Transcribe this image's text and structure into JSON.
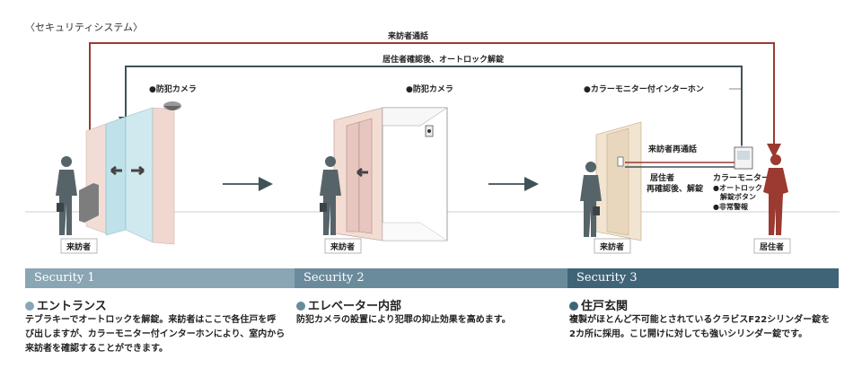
{
  "title": "〈セキュリティシステム〉",
  "diagram": {
    "line_visitor_call": "来訪者通話",
    "line_unlock": "居住者確認後、オートロック解錠",
    "camera1": "●防犯カメラ",
    "camera2": "●防犯カメラ",
    "intercom": "●カラーモニター付インターホン",
    "recall": "来訪者再通話",
    "reconfirm_1": "居住者",
    "reconfirm_2": "再確認後、解錠",
    "monitor_title": "カラーモニター",
    "monitor_item1": "●オートロック",
    "monitor_item1b": "解錠ボタン",
    "monitor_item2": "●非常警報",
    "visitor1": "来訪者",
    "visitor2": "来訪者",
    "visitor3": "来訪者",
    "resident": "居住者"
  },
  "sections": [
    {
      "bar": "Security 1",
      "heading": "エントランス",
      "body": [
        "テブラキーでオートロックを解錠。来訪者はここで各住戸を呼",
        "び出しますが、カラーモニター付インターホンにより、室内から",
        "来訪者を確認することができます。"
      ]
    },
    {
      "bar": "Security 2",
      "heading": "エレベーター内部",
      "body": [
        "防犯カメラの設置により犯罪の抑止効果を高めます。"
      ]
    },
    {
      "bar": "Security 3",
      "heading": "住戸玄関",
      "body": [
        "複製がほとんど不可能とされているクラビスF22シリンダー錠を",
        "2カ所に採用。こじ開けに対しても強いシリンダー錠です。"
      ]
    }
  ],
  "colors": {
    "bar1": "#8aa5b3",
    "bar2": "#6a8b9c",
    "bar3": "#3f6478",
    "visitor_line": "#9b3a30",
    "unlock_line": "#3e5258",
    "resident": "#9b3a30",
    "person": "#56646a"
  }
}
